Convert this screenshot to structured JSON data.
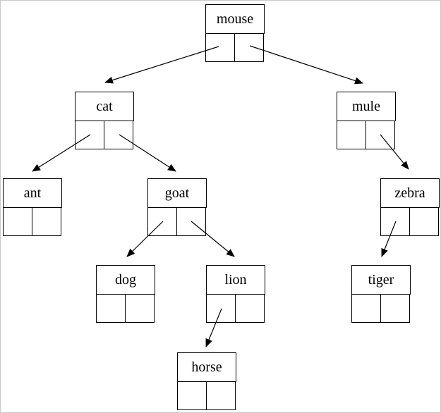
{
  "diagram": {
    "type": "binary-tree",
    "background_color": "#ffffff",
    "line_color": "#000000",
    "frame_color": "#c9c9c9"
  },
  "nodes": [
    {
      "label": "mouse",
      "left_child": "cat",
      "right_child": "mule"
    },
    {
      "label": "cat",
      "left_child": "ant",
      "right_child": "goat"
    },
    {
      "label": "mule",
      "left_child": null,
      "right_child": "zebra"
    },
    {
      "label": "ant",
      "left_child": null,
      "right_child": null
    },
    {
      "label": "goat",
      "left_child": "dog",
      "right_child": "lion"
    },
    {
      "label": "zebra",
      "left_child": "tiger",
      "right_child": null
    },
    {
      "label": "dog",
      "left_child": null,
      "right_child": null
    },
    {
      "label": "lion",
      "left_child": "horse",
      "right_child": null
    },
    {
      "label": "tiger",
      "left_child": null,
      "right_child": null
    },
    {
      "label": "horse",
      "left_child": null,
      "right_child": null
    }
  ],
  "edges": [
    {
      "from": "mouse",
      "pointer": "left",
      "to": "cat"
    },
    {
      "from": "mouse",
      "pointer": "right",
      "to": "mule"
    },
    {
      "from": "cat",
      "pointer": "left",
      "to": "ant"
    },
    {
      "from": "cat",
      "pointer": "right",
      "to": "goat"
    },
    {
      "from": "goat",
      "pointer": "left",
      "to": "dog"
    },
    {
      "from": "goat",
      "pointer": "right",
      "to": "lion"
    },
    {
      "from": "mule",
      "pointer": "right",
      "to": "zebra"
    },
    {
      "from": "zebra",
      "pointer": "left",
      "to": "tiger"
    },
    {
      "from": "lion",
      "pointer": "left",
      "to": "horse"
    }
  ]
}
